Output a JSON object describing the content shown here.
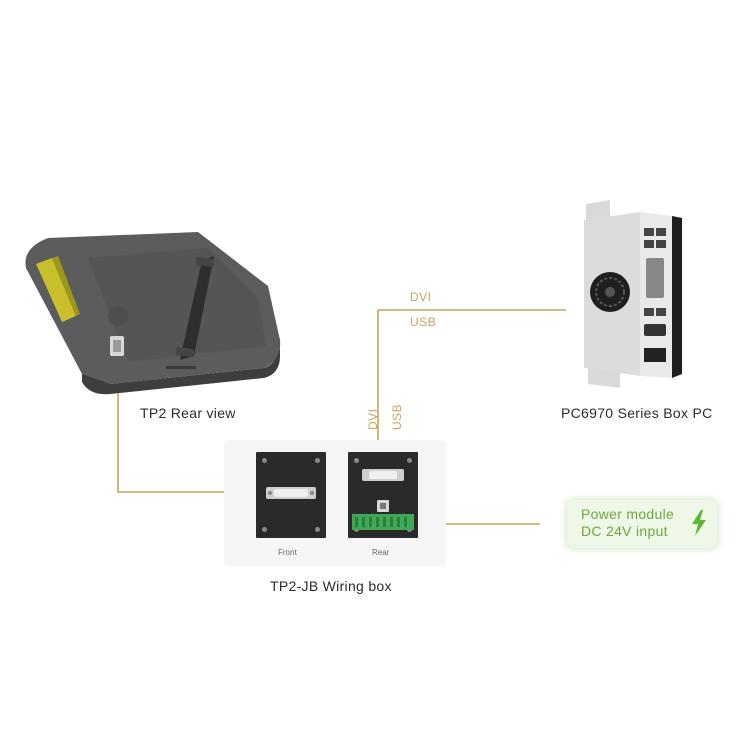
{
  "labels": {
    "tp2_rear": "TP2 Rear view",
    "box_pc": "PC6970 Series Box PC",
    "wiring_box": "TP2-JB Wiring box",
    "front": "Front",
    "rear": "Rear"
  },
  "signals": {
    "dvi": "DVI",
    "usb": "USB",
    "dvi_vertical": "DVI",
    "usb_vertical": "USB"
  },
  "power": {
    "line1": "Power module",
    "line2": "DC 24V input",
    "icon": "lightning-bolt-icon"
  },
  "colors": {
    "cable": "#c9a45c",
    "power_green": "#6aa83d",
    "terminal_green": "#3faa55",
    "device_gray": "#5a5a5a"
  }
}
